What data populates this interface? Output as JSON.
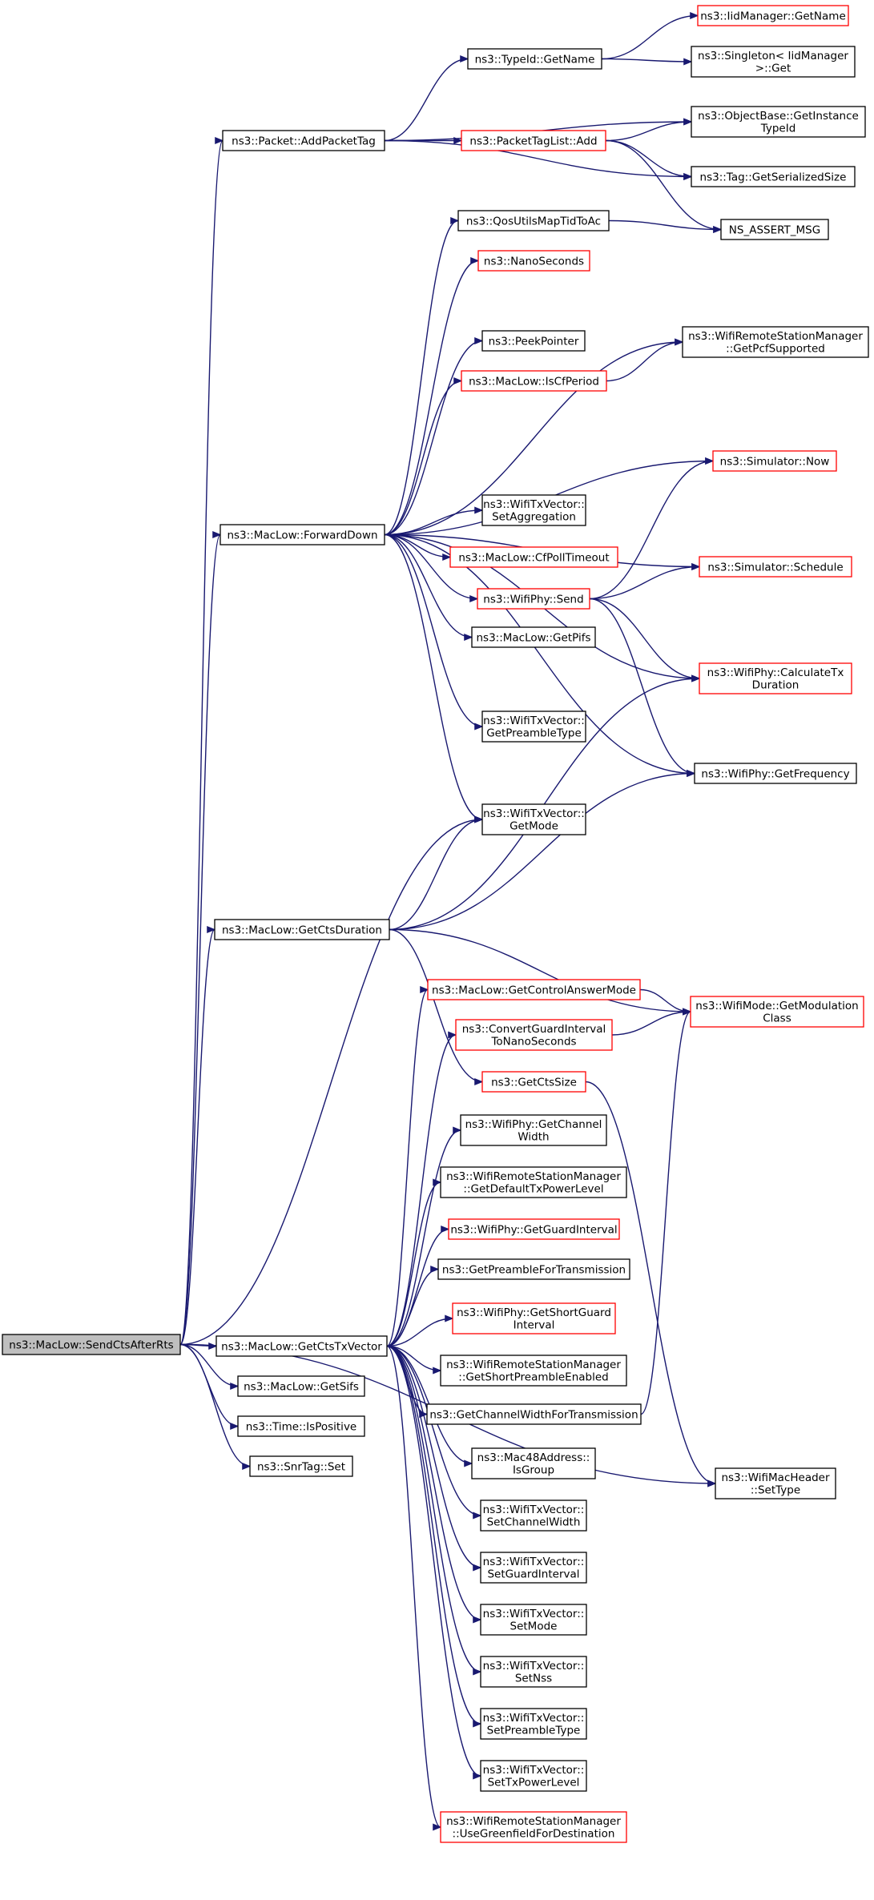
{
  "nodes": [
    {
      "id": "root",
      "lines": [
        "ns3::MacLow::SendCtsAfterRts"
      ],
      "style": "root"
    },
    {
      "id": "addPacketTag",
      "lines": [
        "ns3::Packet::AddPacketTag"
      ],
      "style": "plain"
    },
    {
      "id": "typeIdGetName",
      "lines": [
        "ns3::TypeId::GetName"
      ],
      "style": "plain"
    },
    {
      "id": "iidGetName",
      "lines": [
        "ns3::IidManager::GetName"
      ],
      "style": "red"
    },
    {
      "id": "singletonGet",
      "lines": [
        "ns3::Singleton< IidManager",
        ">::Get"
      ],
      "style": "plain"
    },
    {
      "id": "objGetInstance",
      "lines": [
        "ns3::ObjectBase::GetInstance",
        "TypeId"
      ],
      "style": "plain"
    },
    {
      "id": "tagListAdd",
      "lines": [
        "ns3::PacketTagList::Add"
      ],
      "style": "red"
    },
    {
      "id": "tagGetSize",
      "lines": [
        "ns3::Tag::GetSerializedSize"
      ],
      "style": "plain"
    },
    {
      "id": "nsAssert",
      "lines": [
        "NS_ASSERT_MSG"
      ],
      "style": "plain"
    },
    {
      "id": "qosMap",
      "lines": [
        "ns3::QosUtilsMapTidToAc"
      ],
      "style": "plain"
    },
    {
      "id": "nanoSeconds",
      "lines": [
        "ns3::NanoSeconds"
      ],
      "style": "red"
    },
    {
      "id": "getPcf",
      "lines": [
        "ns3::WifiRemoteStationManager",
        "::GetPcfSupported"
      ],
      "style": "plain"
    },
    {
      "id": "peekPointer",
      "lines": [
        "ns3::PeekPointer"
      ],
      "style": "plain"
    },
    {
      "id": "isCfPeriod",
      "lines": [
        "ns3::MacLow::IsCfPeriod"
      ],
      "style": "red"
    },
    {
      "id": "simNow",
      "lines": [
        "ns3::Simulator::Now"
      ],
      "style": "red"
    },
    {
      "id": "forwardDown",
      "lines": [
        "ns3::MacLow::ForwardDown"
      ],
      "style": "plain"
    },
    {
      "id": "setAggregation",
      "lines": [
        "ns3::WifiTxVector::",
        "SetAggregation"
      ],
      "style": "plain"
    },
    {
      "id": "cfPollTimeout",
      "lines": [
        "ns3::MacLow::CfPollTimeout"
      ],
      "style": "red"
    },
    {
      "id": "simSchedule",
      "lines": [
        "ns3::Simulator::Schedule"
      ],
      "style": "red"
    },
    {
      "id": "wifiPhySend",
      "lines": [
        "ns3::WifiPhy::Send"
      ],
      "style": "red"
    },
    {
      "id": "getPifs",
      "lines": [
        "ns3::MacLow::GetPifs"
      ],
      "style": "plain"
    },
    {
      "id": "calcTxDur",
      "lines": [
        "ns3::WifiPhy::CalculateTx",
        "Duration"
      ],
      "style": "red"
    },
    {
      "id": "getPreambleType",
      "lines": [
        "ns3::WifiTxVector::",
        "GetPreambleType"
      ],
      "style": "plain"
    },
    {
      "id": "getFrequency",
      "lines": [
        "ns3::WifiPhy::GetFrequency"
      ],
      "style": "plain"
    },
    {
      "id": "getMode",
      "lines": [
        "ns3::WifiTxVector::",
        "GetMode"
      ],
      "style": "plain"
    },
    {
      "id": "getCtsDuration",
      "lines": [
        "ns3::MacLow::GetCtsDuration"
      ],
      "style": "plain"
    },
    {
      "id": "getCtrlAnsMode",
      "lines": [
        "ns3::MacLow::GetControlAnswerMode"
      ],
      "style": "red"
    },
    {
      "id": "getModClass",
      "lines": [
        "ns3::WifiMode::GetModulation",
        "Class"
      ],
      "style": "red"
    },
    {
      "id": "convertGuard",
      "lines": [
        "ns3::ConvertGuardInterval",
        "ToNanoSeconds"
      ],
      "style": "red"
    },
    {
      "id": "getCtsSize",
      "lines": [
        "ns3::GetCtsSize"
      ],
      "style": "red"
    },
    {
      "id": "getChanWidth",
      "lines": [
        "ns3::WifiPhy::GetChannel",
        "Width"
      ],
      "style": "plain"
    },
    {
      "id": "getDefTxPower",
      "lines": [
        "ns3::WifiRemoteStationManager",
        "::GetDefaultTxPowerLevel"
      ],
      "style": "plain"
    },
    {
      "id": "getGuardInterval",
      "lines": [
        "ns3::WifiPhy::GetGuardInterval"
      ],
      "style": "red"
    },
    {
      "id": "getPreambleForTx",
      "lines": [
        "ns3::GetPreambleForTransmission"
      ],
      "style": "plain"
    },
    {
      "id": "getShortGuard",
      "lines": [
        "ns3::WifiPhy::GetShortGuard",
        "Interval"
      ],
      "style": "red"
    },
    {
      "id": "getCtsTxVector",
      "lines": [
        "ns3::MacLow::GetCtsTxVector"
      ],
      "style": "plain"
    },
    {
      "id": "getShortPreamble",
      "lines": [
        "ns3::WifiRemoteStationManager",
        "::GetShortPreambleEnabled"
      ],
      "style": "plain"
    },
    {
      "id": "getSifs",
      "lines": [
        "ns3::MacLow::GetSifs"
      ],
      "style": "plain"
    },
    {
      "id": "getChanWidthTx",
      "lines": [
        "ns3::GetChannelWidthForTransmission"
      ],
      "style": "plain"
    },
    {
      "id": "timeIsPositive",
      "lines": [
        "ns3::Time::IsPositive"
      ],
      "style": "plain"
    },
    {
      "id": "isGroup",
      "lines": [
        "ns3::Mac48Address::",
        "IsGroup"
      ],
      "style": "plain"
    },
    {
      "id": "snrTagSet",
      "lines": [
        "ns3::SnrTag::Set"
      ],
      "style": "plain"
    },
    {
      "id": "setType",
      "lines": [
        "ns3::WifiMacHeader",
        "::SetType"
      ],
      "style": "plain"
    },
    {
      "id": "setChanWidth",
      "lines": [
        "ns3::WifiTxVector::",
        "SetChannelWidth"
      ],
      "style": "plain"
    },
    {
      "id": "setGuard",
      "lines": [
        "ns3::WifiTxVector::",
        "SetGuardInterval"
      ],
      "style": "plain"
    },
    {
      "id": "setMode",
      "lines": [
        "ns3::WifiTxVector::",
        "SetMode"
      ],
      "style": "plain"
    },
    {
      "id": "setNss",
      "lines": [
        "ns3::WifiTxVector::",
        "SetNss"
      ],
      "style": "plain"
    },
    {
      "id": "setPreambleType",
      "lines": [
        "ns3::WifiTxVector::",
        "SetPreambleType"
      ],
      "style": "plain"
    },
    {
      "id": "setTxPower",
      "lines": [
        "ns3::WifiTxVector::",
        "SetTxPowerLevel"
      ],
      "style": "plain"
    },
    {
      "id": "useGreenfield",
      "lines": [
        "ns3::WifiRemoteStationManager",
        "::UseGreenfieldForDestination"
      ],
      "style": "red"
    }
  ],
  "edges": [
    [
      "addPacketTag",
      "typeIdGetName"
    ],
    [
      "addPacketTag",
      "objGetInstance"
    ],
    [
      "addPacketTag",
      "tagListAdd"
    ],
    [
      "addPacketTag",
      "tagGetSize"
    ],
    [
      "typeIdGetName",
      "iidGetName"
    ],
    [
      "typeIdGetName",
      "singletonGet"
    ],
    [
      "tagListAdd",
      "objGetInstance"
    ],
    [
      "tagListAdd",
      "tagGetSize"
    ],
    [
      "tagListAdd",
      "nsAssert"
    ],
    [
      "qosMap",
      "nsAssert"
    ],
    [
      "isCfPeriod",
      "getPcf"
    ],
    [
      "forwardDown",
      "qosMap"
    ],
    [
      "forwardDown",
      "nanoSeconds"
    ],
    [
      "forwardDown",
      "getPcf"
    ],
    [
      "forwardDown",
      "peekPointer"
    ],
    [
      "forwardDown",
      "isCfPeriod"
    ],
    [
      "forwardDown",
      "simNow"
    ],
    [
      "forwardDown",
      "simSchedule"
    ],
    [
      "forwardDown",
      "setAggregation"
    ],
    [
      "forwardDown",
      "cfPollTimeout"
    ],
    [
      "forwardDown",
      "wifiPhySend"
    ],
    [
      "forwardDown",
      "getPifs"
    ],
    [
      "forwardDown",
      "calcTxDur"
    ],
    [
      "forwardDown",
      "getPreambleType"
    ],
    [
      "forwardDown",
      "getFrequency"
    ],
    [
      "forwardDown",
      "getMode"
    ],
    [
      "wifiPhySend",
      "simNow"
    ],
    [
      "wifiPhySend",
      "simSchedule"
    ],
    [
      "wifiPhySend",
      "calcTxDur"
    ],
    [
      "wifiPhySend",
      "getFrequency"
    ],
    [
      "getCtsDuration",
      "getMode"
    ],
    [
      "getCtsDuration",
      "calcTxDur"
    ],
    [
      "getCtsDuration",
      "getFrequency"
    ],
    [
      "getCtsDuration",
      "getModClass"
    ],
    [
      "getCtsDuration",
      "getCtsSize"
    ],
    [
      "getCtrlAnsMode",
      "getModClass"
    ],
    [
      "convertGuard",
      "getModClass"
    ],
    [
      "getCtsSize",
      "setType"
    ],
    [
      "getChanWidthTx",
      "getModClass"
    ],
    [
      "getCtsTxVector",
      "getCtrlAnsMode"
    ],
    [
      "getCtsTxVector",
      "convertGuard"
    ],
    [
      "getCtsTxVector",
      "getChanWidth"
    ],
    [
      "getCtsTxVector",
      "getDefTxPower"
    ],
    [
      "getCtsTxVector",
      "getGuardInterval"
    ],
    [
      "getCtsTxVector",
      "getPreambleForTx"
    ],
    [
      "getCtsTxVector",
      "getShortGuard"
    ],
    [
      "getCtsTxVector",
      "getShortPreamble"
    ],
    [
      "getCtsTxVector",
      "getChanWidthTx"
    ],
    [
      "getCtsTxVector",
      "isGroup"
    ],
    [
      "getCtsTxVector",
      "setChanWidth"
    ],
    [
      "getCtsTxVector",
      "setGuard"
    ],
    [
      "getCtsTxVector",
      "setMode"
    ],
    [
      "getCtsTxVector",
      "setNss"
    ],
    [
      "getCtsTxVector",
      "setPreambleType"
    ],
    [
      "getCtsTxVector",
      "setTxPower"
    ],
    [
      "getCtsTxVector",
      "useGreenfield"
    ],
    [
      "root",
      "addPacketTag"
    ],
    [
      "root",
      "forwardDown"
    ],
    [
      "root",
      "getMode"
    ],
    [
      "root",
      "getCtsDuration"
    ],
    [
      "root",
      "getCtsTxVector"
    ],
    [
      "root",
      "getSifs"
    ],
    [
      "root",
      "timeIsPositive"
    ],
    [
      "root",
      "snrTagSet"
    ],
    [
      "root",
      "setType"
    ]
  ],
  "colors": {
    "edge": "#191970",
    "red_border": "#ff0000",
    "root_fill": "#bfbfbf"
  }
}
